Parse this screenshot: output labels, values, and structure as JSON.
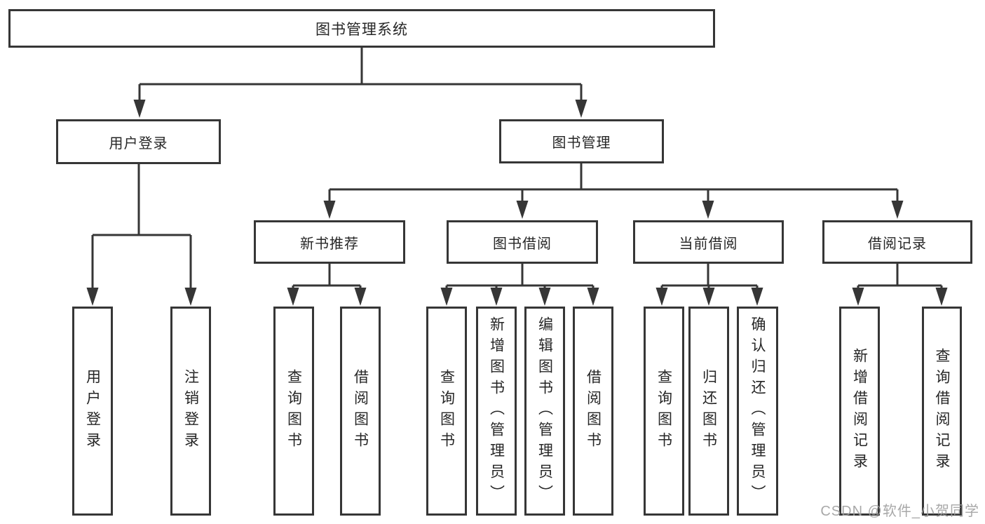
{
  "diagram": {
    "root": {
      "label": "图书管理系统"
    },
    "branches": [
      {
        "label": "用户登录",
        "children": [
          {
            "label": "用户登录"
          },
          {
            "label": "注销登录"
          }
        ]
      },
      {
        "label": "图书管理",
        "groups": [
          {
            "label": "新书推荐",
            "children": [
              {
                "label": "查询图书"
              },
              {
                "label": "借阅图书"
              }
            ]
          },
          {
            "label": "图书借阅",
            "children": [
              {
                "label": "查询图书"
              },
              {
                "label": "新增图书（管理员）"
              },
              {
                "label": "编辑图书（管理员）"
              },
              {
                "label": "借阅图书"
              }
            ]
          },
          {
            "label": "当前借阅",
            "children": [
              {
                "label": "查询图书"
              },
              {
                "label": "归还图书"
              },
              {
                "label": "确认归还（管理员）"
              }
            ]
          },
          {
            "label": "借阅记录",
            "children": [
              {
                "label": "新增借阅记录"
              },
              {
                "label": "查询借阅记录"
              }
            ]
          }
        ]
      }
    ]
  },
  "watermark": {
    "text": "CSDN @软件_小贺同学"
  },
  "colors": {
    "line": "#363636",
    "text": "#262626",
    "background": "#ffffff",
    "watermark": "#9e9e9e"
  }
}
